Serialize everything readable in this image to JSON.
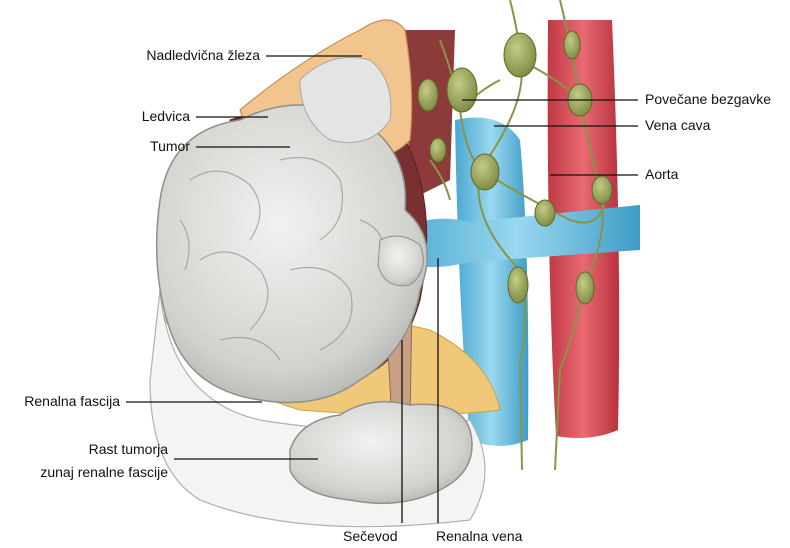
{
  "labels": {
    "adrenal": "Nadledvična žleza",
    "kidney": "Ledvica",
    "tumor": "Tumor",
    "renal_fascia": "Renalna fascija",
    "growth_line1": "Rast tumorja",
    "growth_line2": "zunaj renalne fascije",
    "ureter": "Sečevod",
    "renal_vein": "Renalna vena",
    "lymph_nodes": "Povečane bezgavke",
    "vena_cava": "Vena cava",
    "aorta": "Aorta"
  },
  "colors": {
    "aorta": "#d9505a",
    "vena_cava": "#6cc0e0",
    "tumor": "#d8d8d6",
    "adrenal": "#f2c48e",
    "fat": "#f0c878",
    "lymph": "#9aa35a",
    "ureter": "#c9a085"
  }
}
